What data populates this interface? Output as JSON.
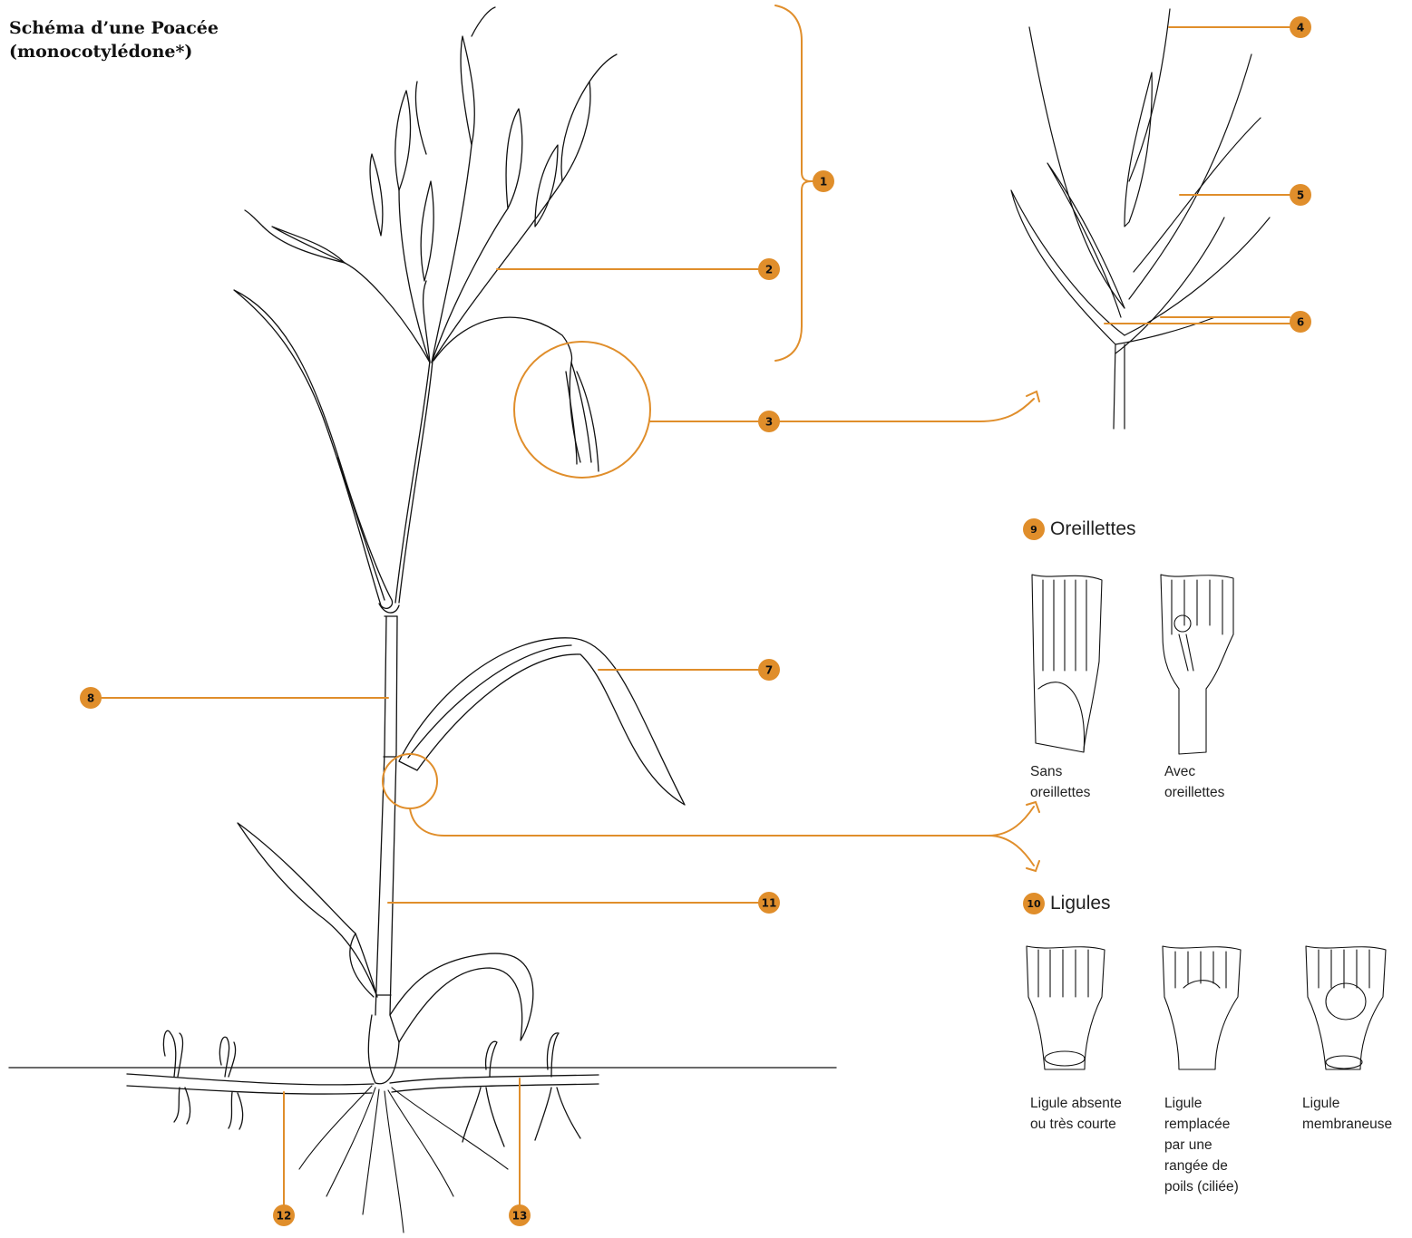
{
  "title": {
    "line1": "Schéma d’une Poacée",
    "line2": "(monocotylédone*)"
  },
  "callouts": [
    "1",
    "2",
    "3",
    "4",
    "5",
    "6",
    "7",
    "8",
    "11",
    "12",
    "13"
  ],
  "oreillettes": {
    "number": "9",
    "heading": "Oreillettes",
    "items": [
      {
        "line1": "Sans",
        "line2": "oreillettes"
      },
      {
        "line1": "Avec",
        "line2": "oreillettes"
      }
    ]
  },
  "ligules": {
    "number": "10",
    "heading": "Ligules",
    "items": [
      {
        "lines": [
          "Ligule absente",
          "ou très courte"
        ]
      },
      {
        "lines": [
          "Ligule",
          "remplacée",
          "par une",
          "rangée de",
          "poils (ciliée)"
        ]
      },
      {
        "lines": [
          "Ligule",
          "membraneuse"
        ]
      }
    ]
  },
  "colors": {
    "accent": "#e08e2b",
    "line": "#111111"
  }
}
